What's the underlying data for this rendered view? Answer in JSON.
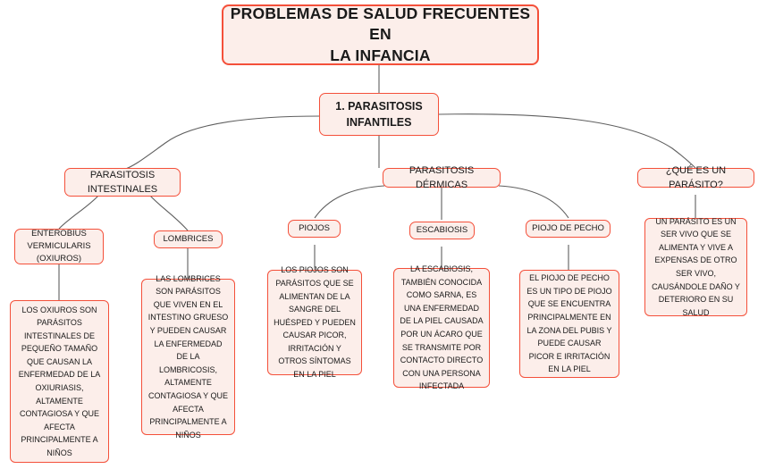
{
  "diagram": {
    "title": "PROBLEMAS DE SALUD FRECUENTES EN LA INFANCIA",
    "accent_border_color": "#f4503a",
    "node_fill_color": "#fceeea",
    "connector_color": "#5f5f5f",
    "background_color": "#ffffff",
    "root": "PROBLEMAS DE SALUD FRECUENTES EN\nLA INFANCIA",
    "level1": "1. PARASITOSIS\nINFANTILES",
    "branches": {
      "intestinales": "PARASITOSIS\nINTESTINALES",
      "dermicas": "PARASITOSIS DÉRMICAS",
      "que_es": "¿QUÉ ES UN PARÁSITO?"
    },
    "topics": {
      "enterobius": "ENTEROBIUS\nVERMICULARIS\n(OXIUROS)",
      "lombrices": "LOMBRICES",
      "piojos": "PIOJOS",
      "escabiosis": "ESCABIOSIS",
      "piojo_de_pecho": "PIOJO DE PECHO"
    },
    "descriptions": {
      "enterobius": "LOS OXIUROS SON PARÁSITOS INTESTINALES DE PEQUEÑO TAMAÑO QUE CAUSAN LA ENFERMEDAD DE LA OXIURIASIS, ALTAMENTE CONTAGIOSA Y QUE AFECTA PRINCIPALMENTE A NIÑOS",
      "lombrices": "LAS LOMBRICES SON PARÁSITOS QUE VIVEN EN EL INTESTINO GRUESO Y PUEDEN CAUSAR LA ENFERMEDAD DE LA LOMBRICOSIS, ALTAMENTE CONTAGIOSA Y QUE AFECTA PRINCIPALMENTE A NIÑOS",
      "piojos": "LOS PIOJOS SON PARÁSITOS QUE SE ALIMENTAN DE LA SANGRE DEL HUÉSPED Y PUEDEN CAUSAR PICOR, IRRITACIÓN Y OTROS SÍNTOMAS EN LA PIEL",
      "escabiosis": "LA ESCABIOSIS, TAMBIÉN CONOCIDA COMO SARNA, ES UNA ENFERMEDAD DE LA PIEL CAUSADA POR UN ÁCARO QUE SE TRANSMITE POR CONTACTO DIRECTO CON UNA PERSONA INFECTADA",
      "piojo_de_pecho": "EL PIOJO DE PECHO ES UN TIPO DE PIOJO QUE SE ENCUENTRA PRINCIPALMENTE EN LA ZONA DEL PUBIS Y PUEDE CAUSAR PICOR E IRRITACIÓN EN LA PIEL",
      "que_es": "UN PARÁSITO ES UN SER VIVO QUE SE ALIMENTA Y VIVE A EXPENSAS DE OTRO SER VIVO, CAUSÁNDOLE DAÑO Y DETERIORO EN SU SALUD"
    }
  }
}
